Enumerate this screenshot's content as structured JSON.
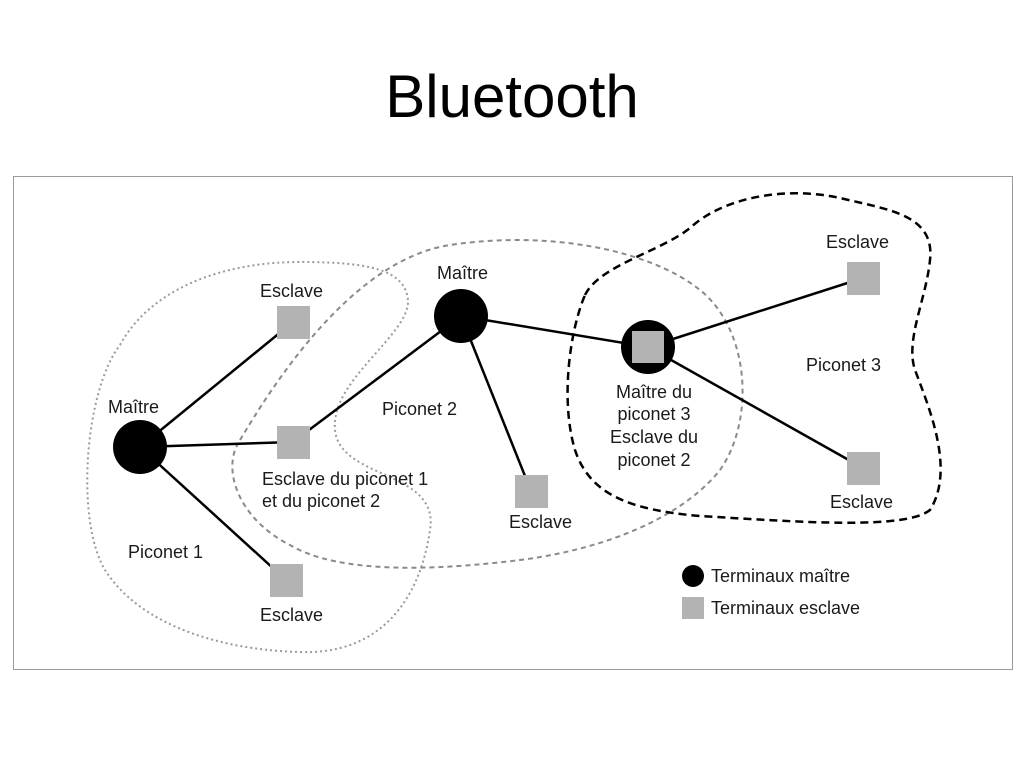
{
  "title": "Bluetooth",
  "diagram": {
    "labels": {
      "piconet1": "Piconet 1",
      "piconet2": "Piconet 2",
      "piconet3": "Piconet 3",
      "master_piconet1": "Maître",
      "master_piconet2": "Maître",
      "slave_p1_top": "Esclave",
      "slave_p1_bottom": "Esclave",
      "shared_slave_line1": "Esclave du piconet 1",
      "shared_slave_line2": "et du piconet 2",
      "slave_p2_bottom": "Esclave",
      "bridge_line1": "Maître du",
      "bridge_line2": "piconet 3",
      "bridge_line3": "Esclave du",
      "bridge_line4": "piconet 2",
      "slave_p3_top": "Esclave",
      "slave_p3_bottom": "Esclave"
    },
    "legend": {
      "master": "Terminaux maître",
      "slave": "Terminaux esclave"
    },
    "colors": {
      "master_node": "#000000",
      "slave_node": "#b3b3b3",
      "link": "#000000",
      "piconet1_boundary": "#9a9a9a",
      "piconet2_boundary": "#8a8a8a",
      "piconet3_boundary": "#000000"
    }
  }
}
